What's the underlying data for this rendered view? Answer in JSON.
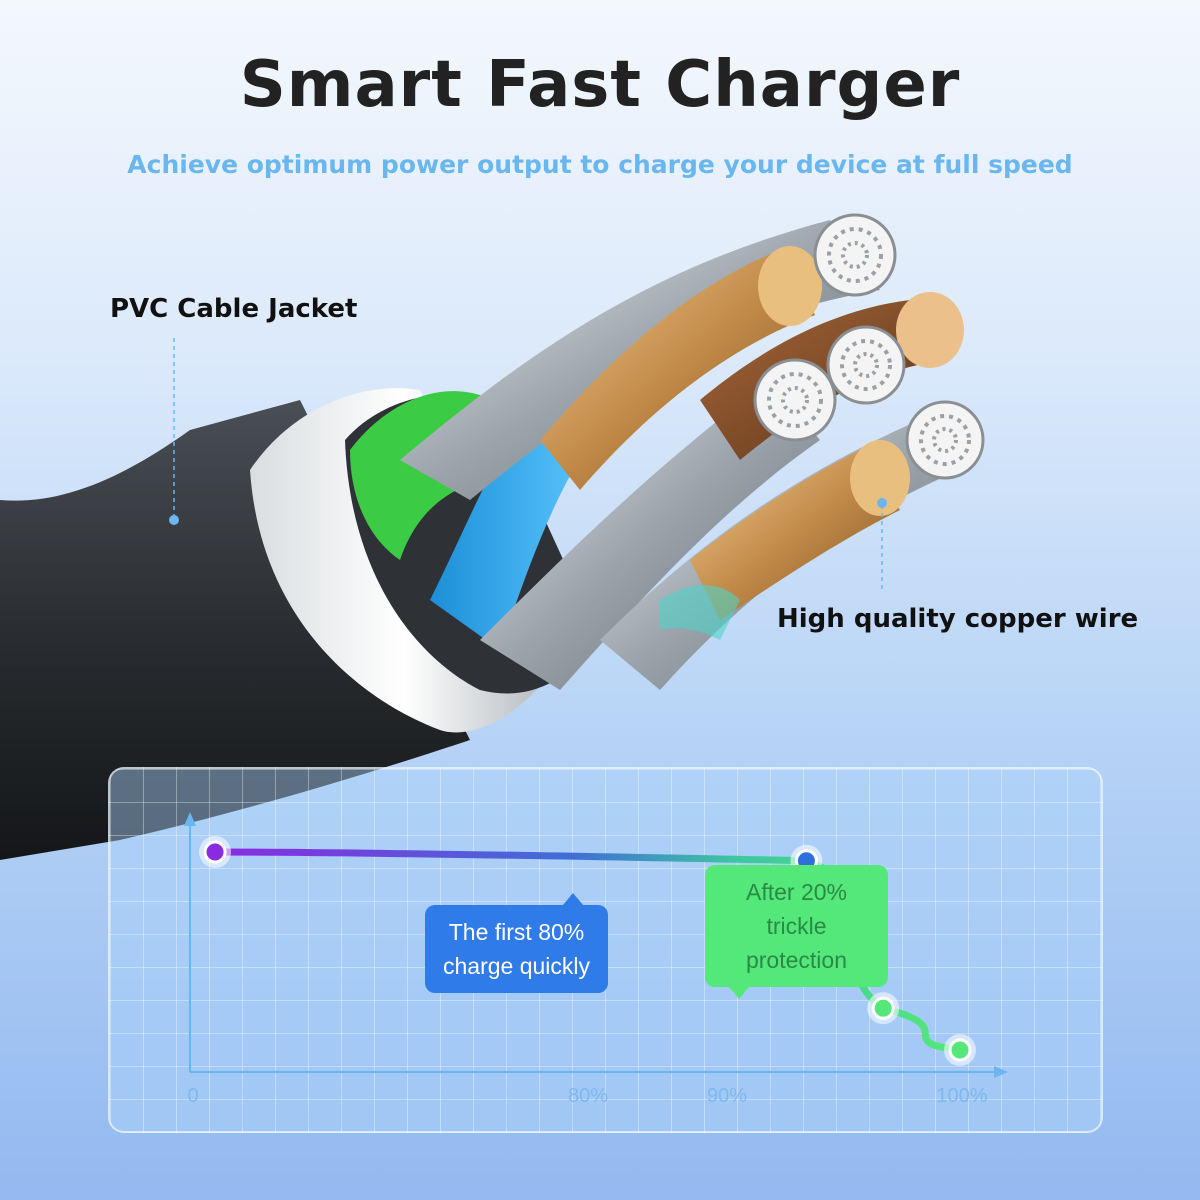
{
  "header": {
    "title": "Smart Fast Charger",
    "subtitle": "Achieve optimum power output to charge your device at full speed"
  },
  "callouts": {
    "jacket": "PVC Cable Jacket",
    "copper": "High quality copper wire"
  },
  "colors": {
    "accent_blue": "#2f7be8",
    "accent_green": "#54e87a",
    "subtitle_blue": "#6ab7f0",
    "point_start": "#8a2be2"
  },
  "chart_data": {
    "type": "line",
    "x_ticks": [
      "0",
      "80%",
      "90%",
      "100%"
    ],
    "points": [
      {
        "x": 3,
        "y": 1.0
      },
      {
        "x": 80,
        "y": 0.96
      },
      {
        "x": 90,
        "y": 0.29
      },
      {
        "x": 100,
        "y": 0.1
      }
    ],
    "xlim": [
      0,
      100
    ],
    "grid": true,
    "annotations": [
      {
        "line1": "The first 80%",
        "line2": "charge quickly",
        "color": "#2f7be8"
      },
      {
        "line1": "After 20%",
        "line2": "trickle protection",
        "color": "#54e87a"
      }
    ]
  }
}
